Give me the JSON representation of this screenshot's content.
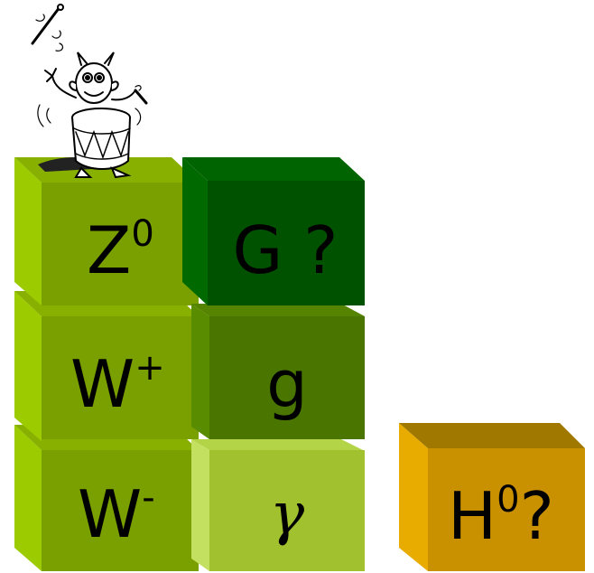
{
  "blocks": {
    "z0": {
      "base": "Z",
      "sup": "0",
      "color": "#8cb400"
    },
    "w_plus": {
      "base": "W",
      "sup": "+",
      "color": "#8cb400"
    },
    "w_minus": {
      "base": "W",
      "sup": "-",
      "color": "#8cb400"
    },
    "graviton": {
      "base": "G ?",
      "color": "#005a00"
    },
    "gluon": {
      "base": "g",
      "color": "#4f7c00"
    },
    "photon": {
      "base": "γ",
      "color": "#a8c832"
    },
    "higgs": {
      "base": "H",
      "sup": "0",
      "suffix": "?",
      "color": "#e0a800"
    }
  },
  "decoration": {
    "icon": "drummer-icon"
  }
}
